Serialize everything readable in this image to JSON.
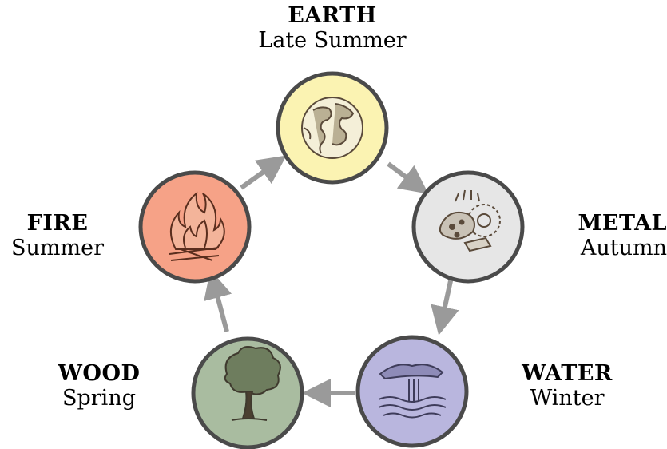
{
  "elements": [
    {
      "key": "earth",
      "name": "EARTH",
      "season": "Late Summer",
      "fill": "#fbf3b2",
      "icon": "globe-icon"
    },
    {
      "key": "metal",
      "name": "METAL",
      "season": "Autumn",
      "fill": "#e6e6e6",
      "icon": "metal-ore-icon"
    },
    {
      "key": "water",
      "name": "WATER",
      "season": "Winter",
      "fill": "#b9b6de",
      "icon": "waterfall-icon"
    },
    {
      "key": "wood",
      "name": "WOOD",
      "season": "Spring",
      "fill": "#a9bca0",
      "icon": "tree-icon"
    },
    {
      "key": "fire",
      "name": "FIRE",
      "season": "Summer",
      "fill": "#f6a287",
      "icon": "flame-icon"
    }
  ],
  "cycle": [
    "earth",
    "metal",
    "water",
    "wood",
    "fire"
  ],
  "colors": {
    "arrow": "#9a9a9a",
    "circle_border": "#4a4a4a",
    "icon_ink": "#5a4a3a"
  }
}
